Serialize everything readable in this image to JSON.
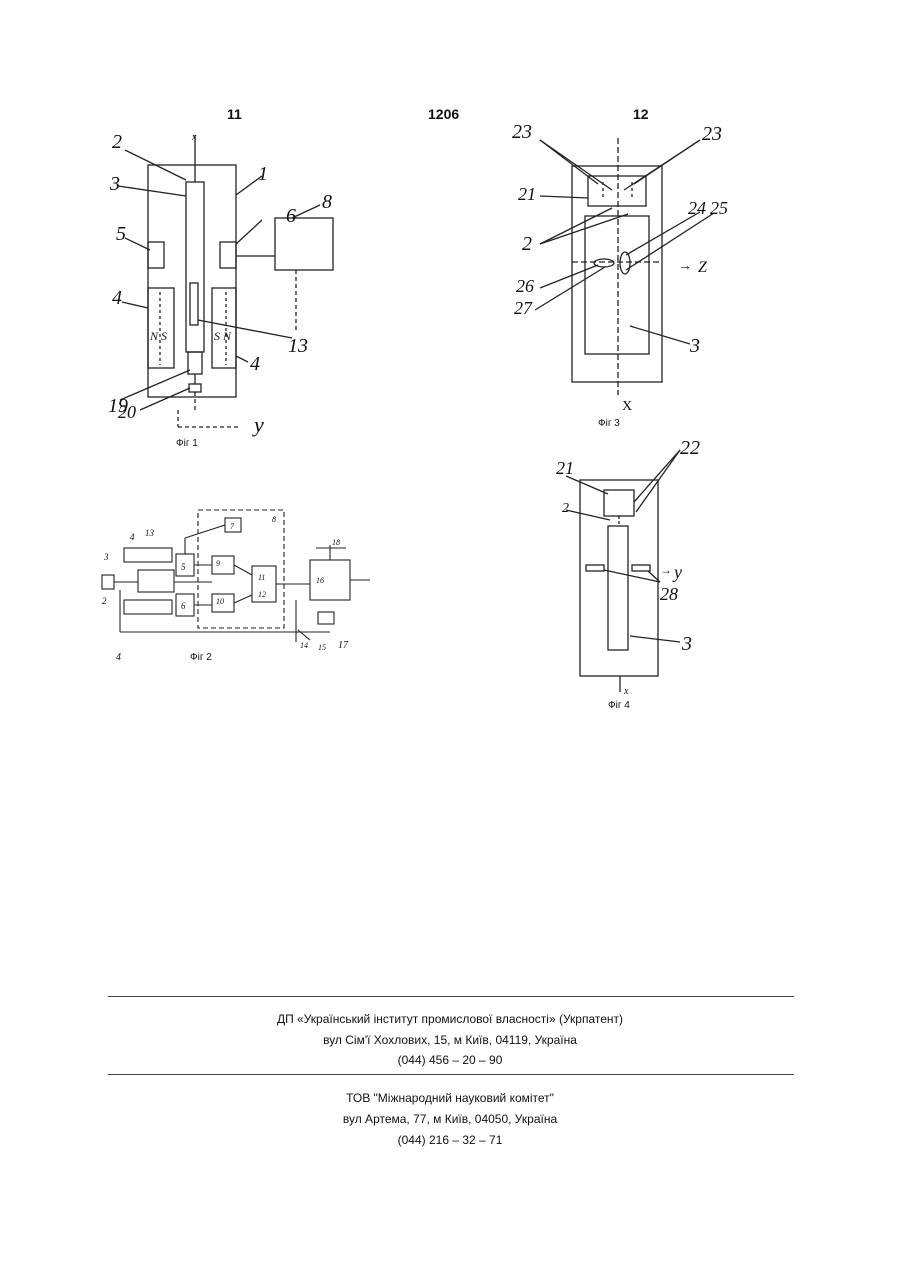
{
  "header": {
    "left_page": "11",
    "doc_number": "1206",
    "right_page": "12"
  },
  "fig1": {
    "caption": "Фіг 1",
    "axis_x": "x",
    "axis_y": "y",
    "refs": [
      "2",
      "3",
      "1",
      "6",
      "8",
      "5",
      "4",
      "4",
      "13",
      "19",
      "20"
    ],
    "magnet_left": "N S",
    "magnet_right": "S N"
  },
  "fig2": {
    "caption": "Фіг 2",
    "refs": [
      "4",
      "13",
      "3",
      "2",
      "4",
      "5",
      "6",
      "7",
      "8",
      "9",
      "10",
      "11",
      "12",
      "14",
      "15",
      "16",
      "17",
      "18"
    ]
  },
  "fig3": {
    "caption": "Фіг 3",
    "axis_x": "X",
    "axis_z": "Z",
    "refs": [
      "23",
      "23",
      "21",
      "24",
      "25",
      "2",
      "26",
      "27",
      "3"
    ]
  },
  "fig4": {
    "caption": "Фіг 4",
    "axis_x": "x",
    "axis_y": "y",
    "refs": [
      "22",
      "21",
      "2",
      "28",
      "3"
    ]
  },
  "footer": {
    "org1_name": "ДП «Український інститут промислової власності» (Укрпатент)",
    "org1_address": "вул  Сім'ї Хохлових, 15, м  Київ, 04119, Україна",
    "org1_phone": "(044) 456 – 20 –  90",
    "org2_name": "ТОВ \"Міжнародний науковий комітет\"",
    "org2_address": "вул  Артема, 77, м  Київ, 04050, Україна",
    "org2_phone": "(044) 216 – 32 – 71"
  }
}
